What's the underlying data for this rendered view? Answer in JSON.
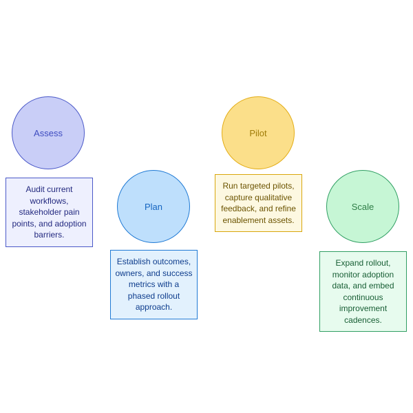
{
  "diagram": {
    "title": "",
    "type": "process-steps"
  },
  "steps": [
    {
      "id": "assess",
      "label": "Assess",
      "description": "Audit current workflows, stakeholder pain points, and adoption barriers.",
      "colors": {
        "circle_fill": "#c9cef7",
        "circle_border": "#4a58c8",
        "label_color": "#3e4cc0",
        "box_fill": "#eef0fe",
        "box_border": "#4a58c8",
        "box_text": "#23297f"
      }
    },
    {
      "id": "plan",
      "label": "Plan",
      "description": "Establish outcomes, owners, and success metrics with a phased rollout approach.",
      "colors": {
        "circle_fill": "#bedffc",
        "circle_border": "#1e79d4",
        "label_color": "#1565c0",
        "box_fill": "#e2f1fd",
        "box_border": "#1e79d4",
        "box_text": "#0d3c8c"
      }
    },
    {
      "id": "pilot",
      "label": "Pilot",
      "description": "Run targeted pilots, capture qualitative feedback, and refine enablement assets.",
      "colors": {
        "circle_fill": "#fbdf8a",
        "circle_border": "#e3ac14",
        "label_color": "#a07c08",
        "box_fill": "#fdf8e1",
        "box_border": "#d9a60b",
        "box_text": "#6b5300"
      }
    },
    {
      "id": "scale",
      "label": "Scale",
      "description": "Expand rollout, monitor adoption data, and embed continuous improvement cadences.",
      "colors": {
        "circle_fill": "#c6f6d5",
        "circle_border": "#2f9e62",
        "label_color": "#2e7d46",
        "box_fill": "#e7fbee",
        "box_border": "#2f9e62",
        "box_text": "#175e34"
      }
    }
  ]
}
